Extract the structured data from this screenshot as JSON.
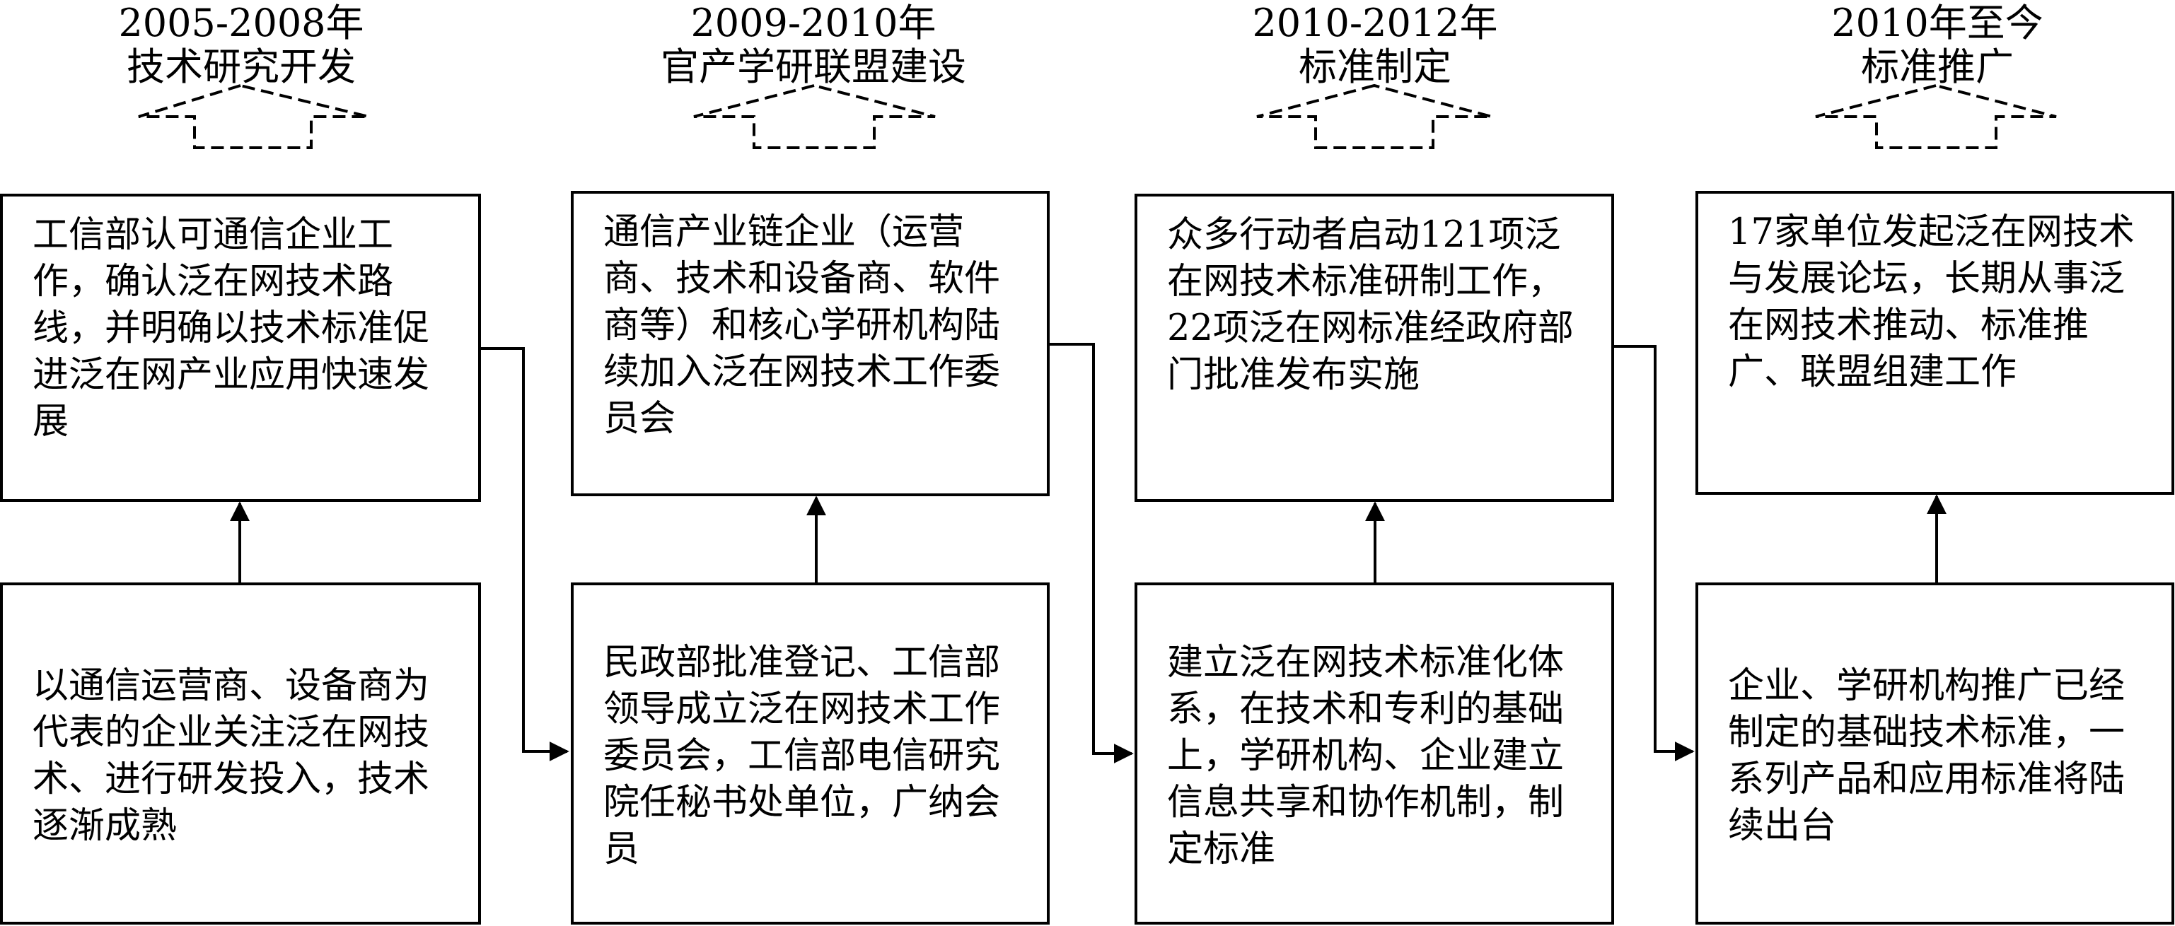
{
  "phases": [
    {
      "years": "2005-2008年",
      "title": "技术研究开发",
      "upper_text": "工信部认可通信企业工作，确认泛在网技术路线，并明确以技术标准促进泛在网产业应用快速发展",
      "lower_text": "以通信运营商、设备商为代表的企业关注泛在网技术、进行研发投入，技术逐渐成熟"
    },
    {
      "years": "2009-2010年",
      "title": "官产学研联盟建设",
      "upper_text": "通信产业链企业（运营商、技术和设备商、软件商等）和核心学研机构陆续加入泛在网技术工作委员会",
      "lower_text": "民政部批准登记、工信部领导成立泛在网技术工作委员会，工信部电信研究院任秘书处单位，广纳会员"
    },
    {
      "years": "2010-2012年",
      "title": "标准制定",
      "upper_text": "众多行动者启动121项泛在网技术标准研制工作，22项泛在网标准经政府部门批准发布实施",
      "lower_text": "建立泛在网技术标准化体系，在技术和专利的基础上，学研机构、企业建立信息共享和协作机制，制定标准"
    },
    {
      "years": "2010年至今",
      "title": "标准推广",
      "upper_text": "17家单位发起泛在网技术与发展论坛，长期从事泛在网技术推动、标准推广、联盟组建工作",
      "lower_text": "企业、学研机构推广已经制定的基础技术标准，一系列产品和应用标准将陆续出台"
    }
  ]
}
